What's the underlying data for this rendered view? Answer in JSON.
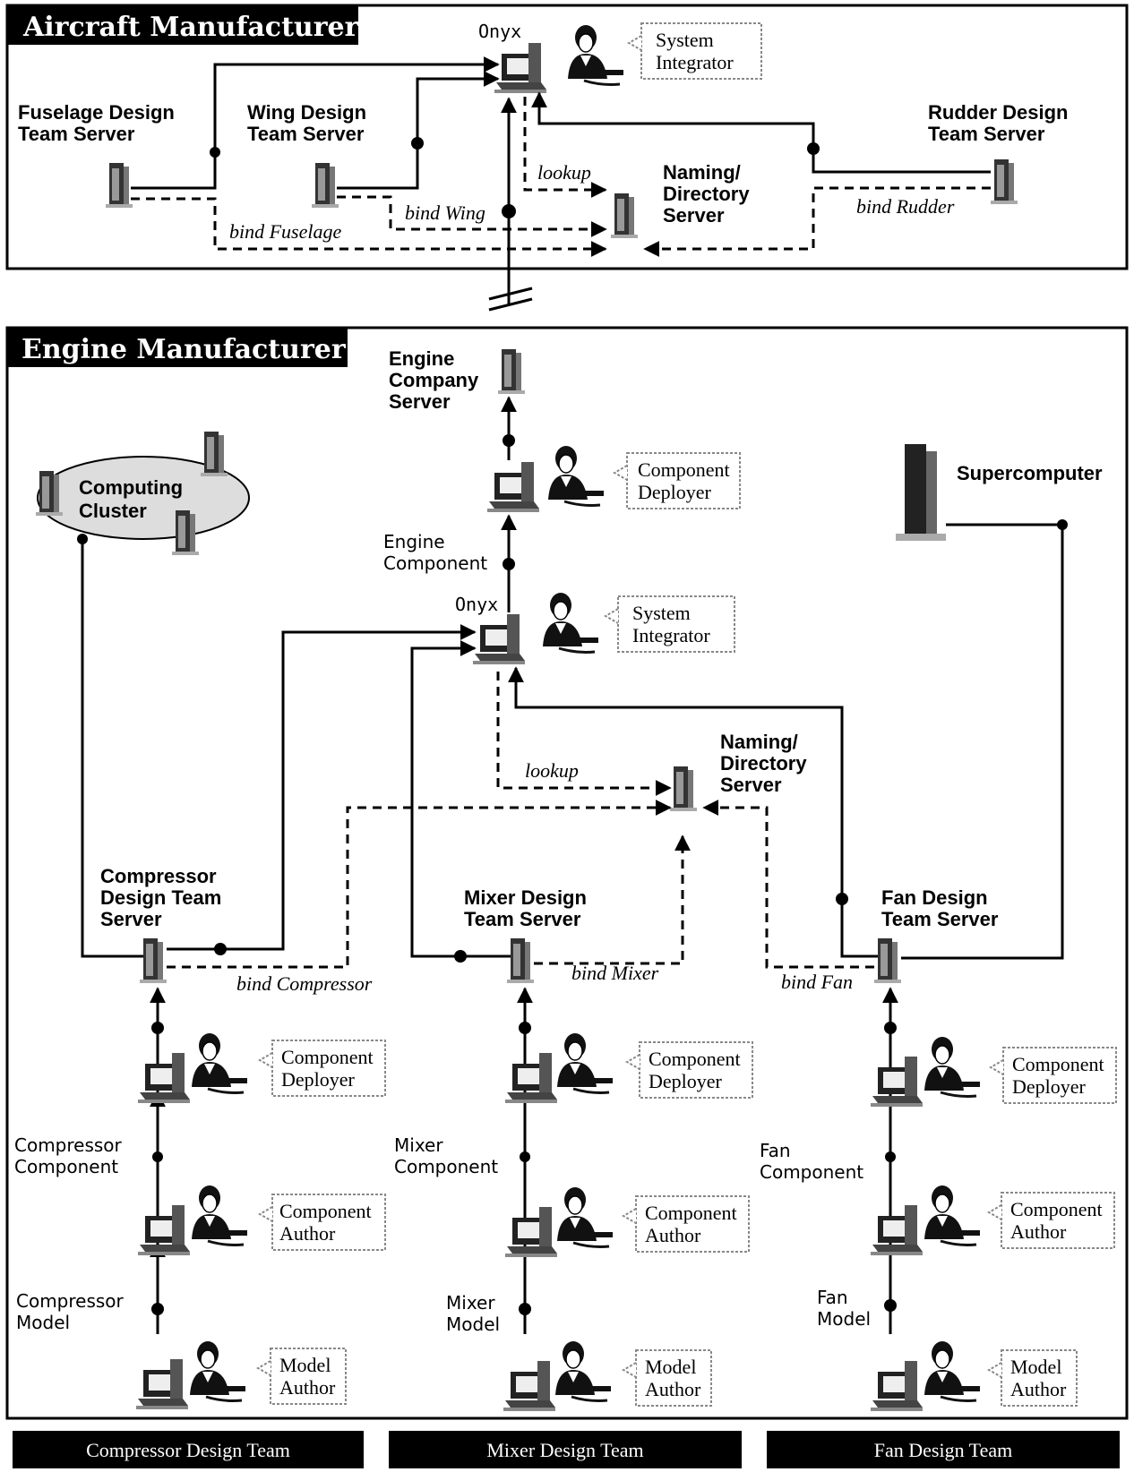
{
  "aircraft": {
    "title": "Aircraft Manufacturer",
    "onyx": "Onyx",
    "integrator_line1": "System",
    "integrator_line2": "Integrator",
    "fuselage_line1": "Fuselage Design",
    "fuselage_line2": "Team Server",
    "wing_line1": "Wing Design",
    "wing_line2": "Team Server",
    "rudder_line1": "Rudder Design",
    "rudder_line2": "Team Server",
    "naming_line1": "Naming/",
    "naming_line2": "Directory",
    "naming_line3": "Server",
    "lookup": "lookup",
    "bind_wing": "bind Wing",
    "bind_fuselage": "bind Fuselage",
    "bind_rudder": "bind Rudder"
  },
  "engine": {
    "title": "Engine  Manufacturer",
    "company_line1": "Engine",
    "company_line2": "Company",
    "company_line3": "Server",
    "deployer_line1": "Component",
    "deployer_line2": "Deployer",
    "engine_comp_line1": "Engine",
    "engine_comp_line2": "Component",
    "onyx": "Onyx",
    "integrator_line1": "System",
    "integrator_line2": "Integrator",
    "cluster_line1": "Computing",
    "cluster_line2": "Cluster",
    "supercomputer": "Supercomputer",
    "naming_line1": "Naming/",
    "naming_line2": "Directory",
    "naming_line3": "Server",
    "lookup": "lookup",
    "compressor_server_line1": "Compressor",
    "compressor_server_line2": "Design Team",
    "compressor_server_line3": "Server",
    "mixer_server_line1": "Mixer Design",
    "mixer_server_line2": "Team Server",
    "fan_server_line1": "Fan Design",
    "fan_server_line2": "Team Server",
    "bind_compressor": "bind Compressor",
    "bind_mixer": "bind Mixer",
    "bind_fan": "bind Fan"
  },
  "roles": {
    "component_line1": "Component",
    "deployer_line2": "Deployer",
    "author_line2": "Author",
    "model_line1": "Model",
    "model_author_line2": "Author"
  },
  "teams": {
    "compressor": {
      "component_line1": "Compressor",
      "component_line2": "Component",
      "model_line1": "Compressor",
      "model_line2": "Model",
      "footer": "Compressor Design Team"
    },
    "mixer": {
      "component_line1": "Mixer",
      "component_line2": "Component",
      "model_line1": "Mixer",
      "model_line2": "Model",
      "footer": "Mixer Design Team"
    },
    "fan": {
      "component_line1": "Fan",
      "component_line2": "Component",
      "model_line1": "Fan",
      "model_line2": "Model",
      "footer": "Fan Design Team"
    }
  }
}
